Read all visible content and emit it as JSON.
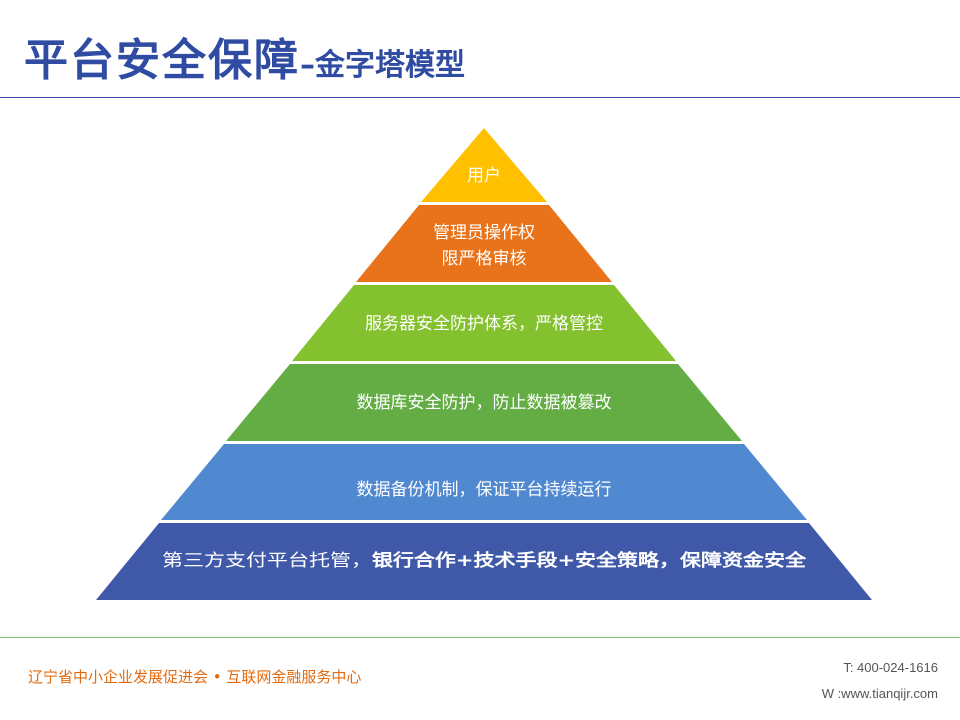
{
  "header": {
    "title_main": "平台安全保障",
    "title_separator": "–",
    "title_sub": "金字塔模型"
  },
  "pyramid": {
    "tiers": [
      {
        "lines": [
          "用户"
        ],
        "color": "#ffc000"
      },
      {
        "lines": [
          "管理员操作权",
          "限严格审核"
        ],
        "color": "#e8731a"
      },
      {
        "lines": [
          "服务器安全防护体系，严格管控"
        ],
        "color": "#84c12f"
      },
      {
        "lines": [
          "数据库安全防护，防止数据被篡改"
        ],
        "color": "#64ad45"
      },
      {
        "lines": [
          "数据备份机制，保证平台持续运行"
        ],
        "color": "#5189d1"
      },
      {
        "segments": [
          "第三方支付平台托管，",
          "银行合作+技术手段+安全策略，保障资金安全"
        ],
        "color": "#3f58a8"
      }
    ]
  },
  "footer": {
    "org": "辽宁省中小企业发展促进会 • 互联网金融服务中心",
    "phone": "T: 400-024-1616",
    "website": "W :www.tianqijr.com"
  }
}
